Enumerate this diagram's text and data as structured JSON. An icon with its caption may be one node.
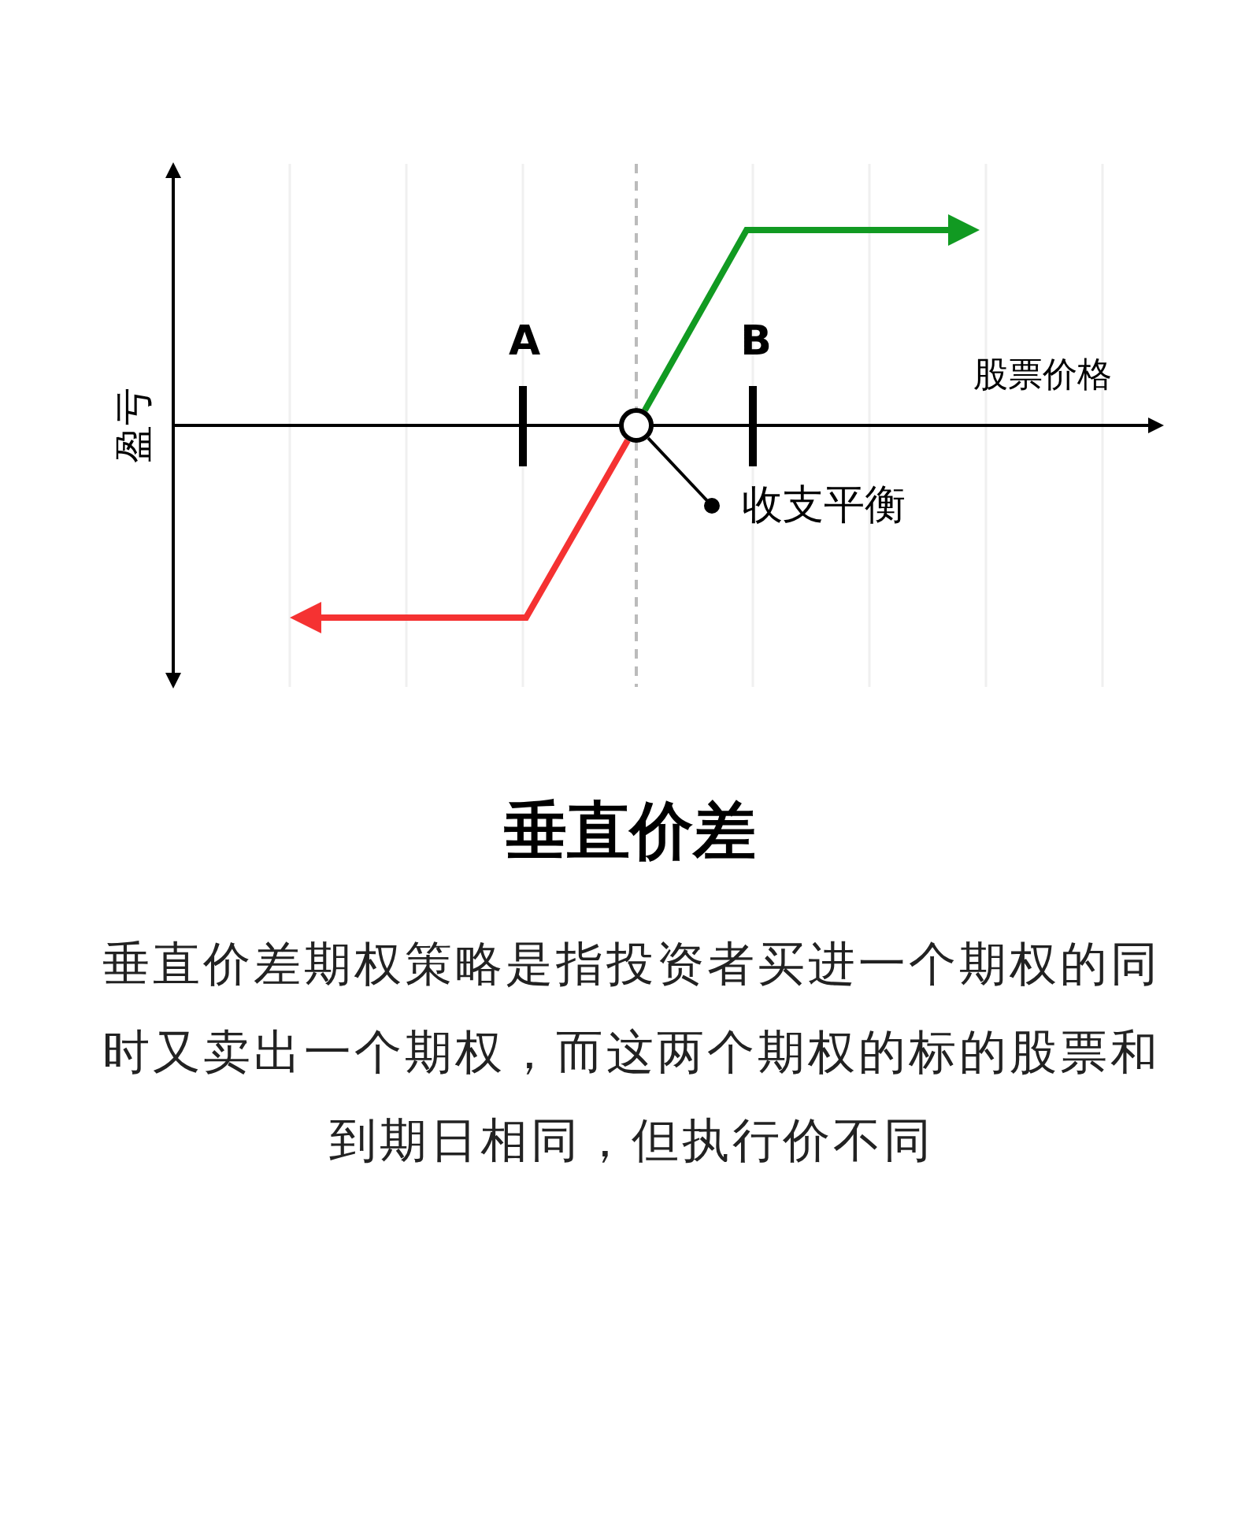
{
  "diagram": {
    "title": "垂直价差",
    "caption": "垂直价差期权策略是指投资者买进一个期权的同时又卖出一个期权，而这两个期权的标的股票和到期日相同，但执行价不同",
    "nodes": [
      {
        "text": [],
        "shape": "circle"
      },
      {
        "text": [
          "收支平衡"
        ]
      }
    ],
    "edges": [
      {
        "from": 1,
        "to": 0,
        "arrow": "other"
      },
      {
        "from": 0,
        "to": null,
        "arrow": "to",
        "color": "#119a22"
      },
      {
        "from": 0,
        "to": null,
        "arrow": "to",
        "color": "#f53232"
      }
    ],
    "labels": [
      "A",
      "B",
      "股票价格",
      "盈亏"
    ]
  }
}
